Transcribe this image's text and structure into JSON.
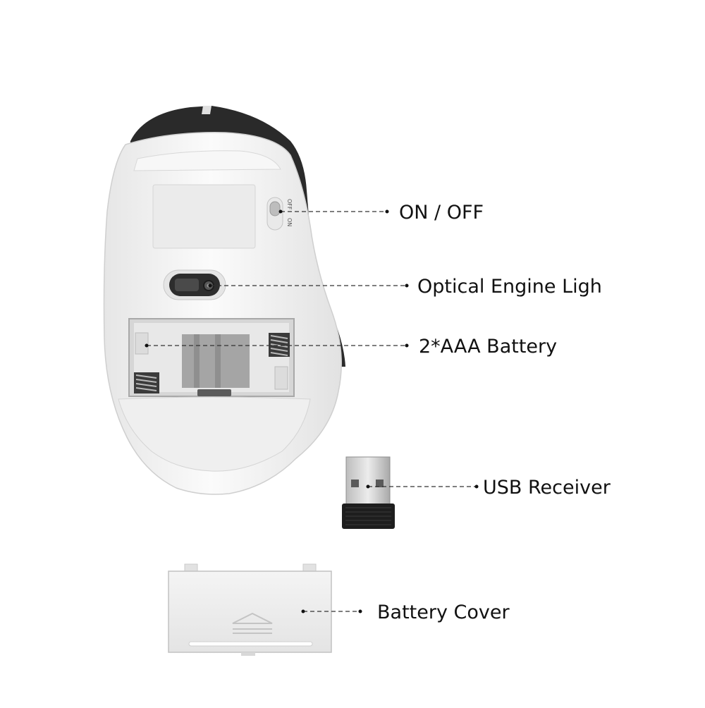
{
  "callouts": {
    "on_off": "ON / OFF",
    "optical_engine": "Optical Engine Ligh",
    "battery": "2*AAA  Battery",
    "usb_receiver": "USB Receiver",
    "battery_cover": "Battery Cover"
  },
  "switch": {
    "off_label": "OFF",
    "on_label": "ON"
  },
  "colors": {
    "mouse_body": "#f2f2f2",
    "mouse_shell_dark": "#2b2b2b",
    "leader_line": "#333333",
    "label_text": "#111111"
  }
}
